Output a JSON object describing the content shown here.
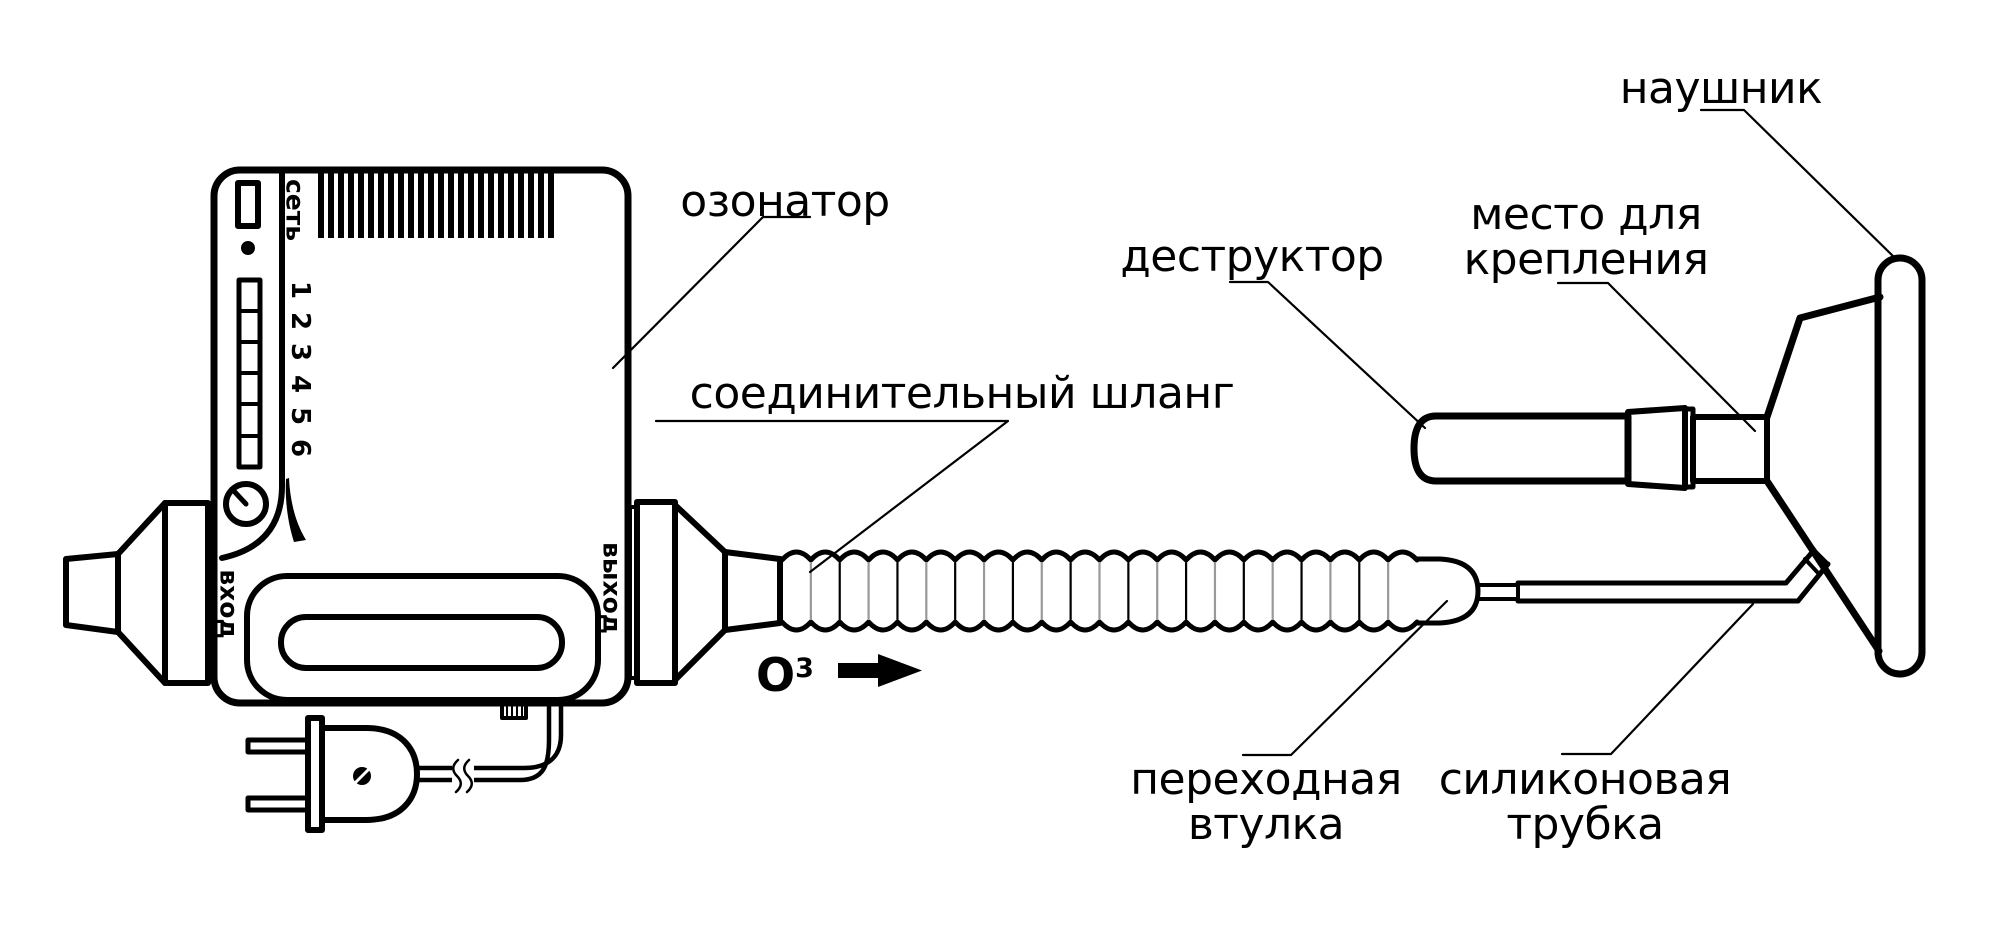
{
  "labels": {
    "ozonator": "озонатор",
    "hose": "соединительный шланг",
    "destructor": "деструктор",
    "mount_line1": "место для",
    "mount_line2": "крепления",
    "earpiece": "наушник",
    "bushing_line1": "переходная",
    "bushing_line2": "втулка",
    "tube_line1": "силиконовая",
    "tube_line2": "трубка"
  },
  "panel": {
    "power": "сеть",
    "input": "вход",
    "output": "выход",
    "levels": [
      "1",
      "2",
      "3",
      "4",
      "5",
      "6"
    ]
  },
  "flow": {
    "gas": "O",
    "superscript": "3"
  },
  "colors": {
    "line": "#000000",
    "background": "#ffffff",
    "hose_divider": "#999999"
  }
}
